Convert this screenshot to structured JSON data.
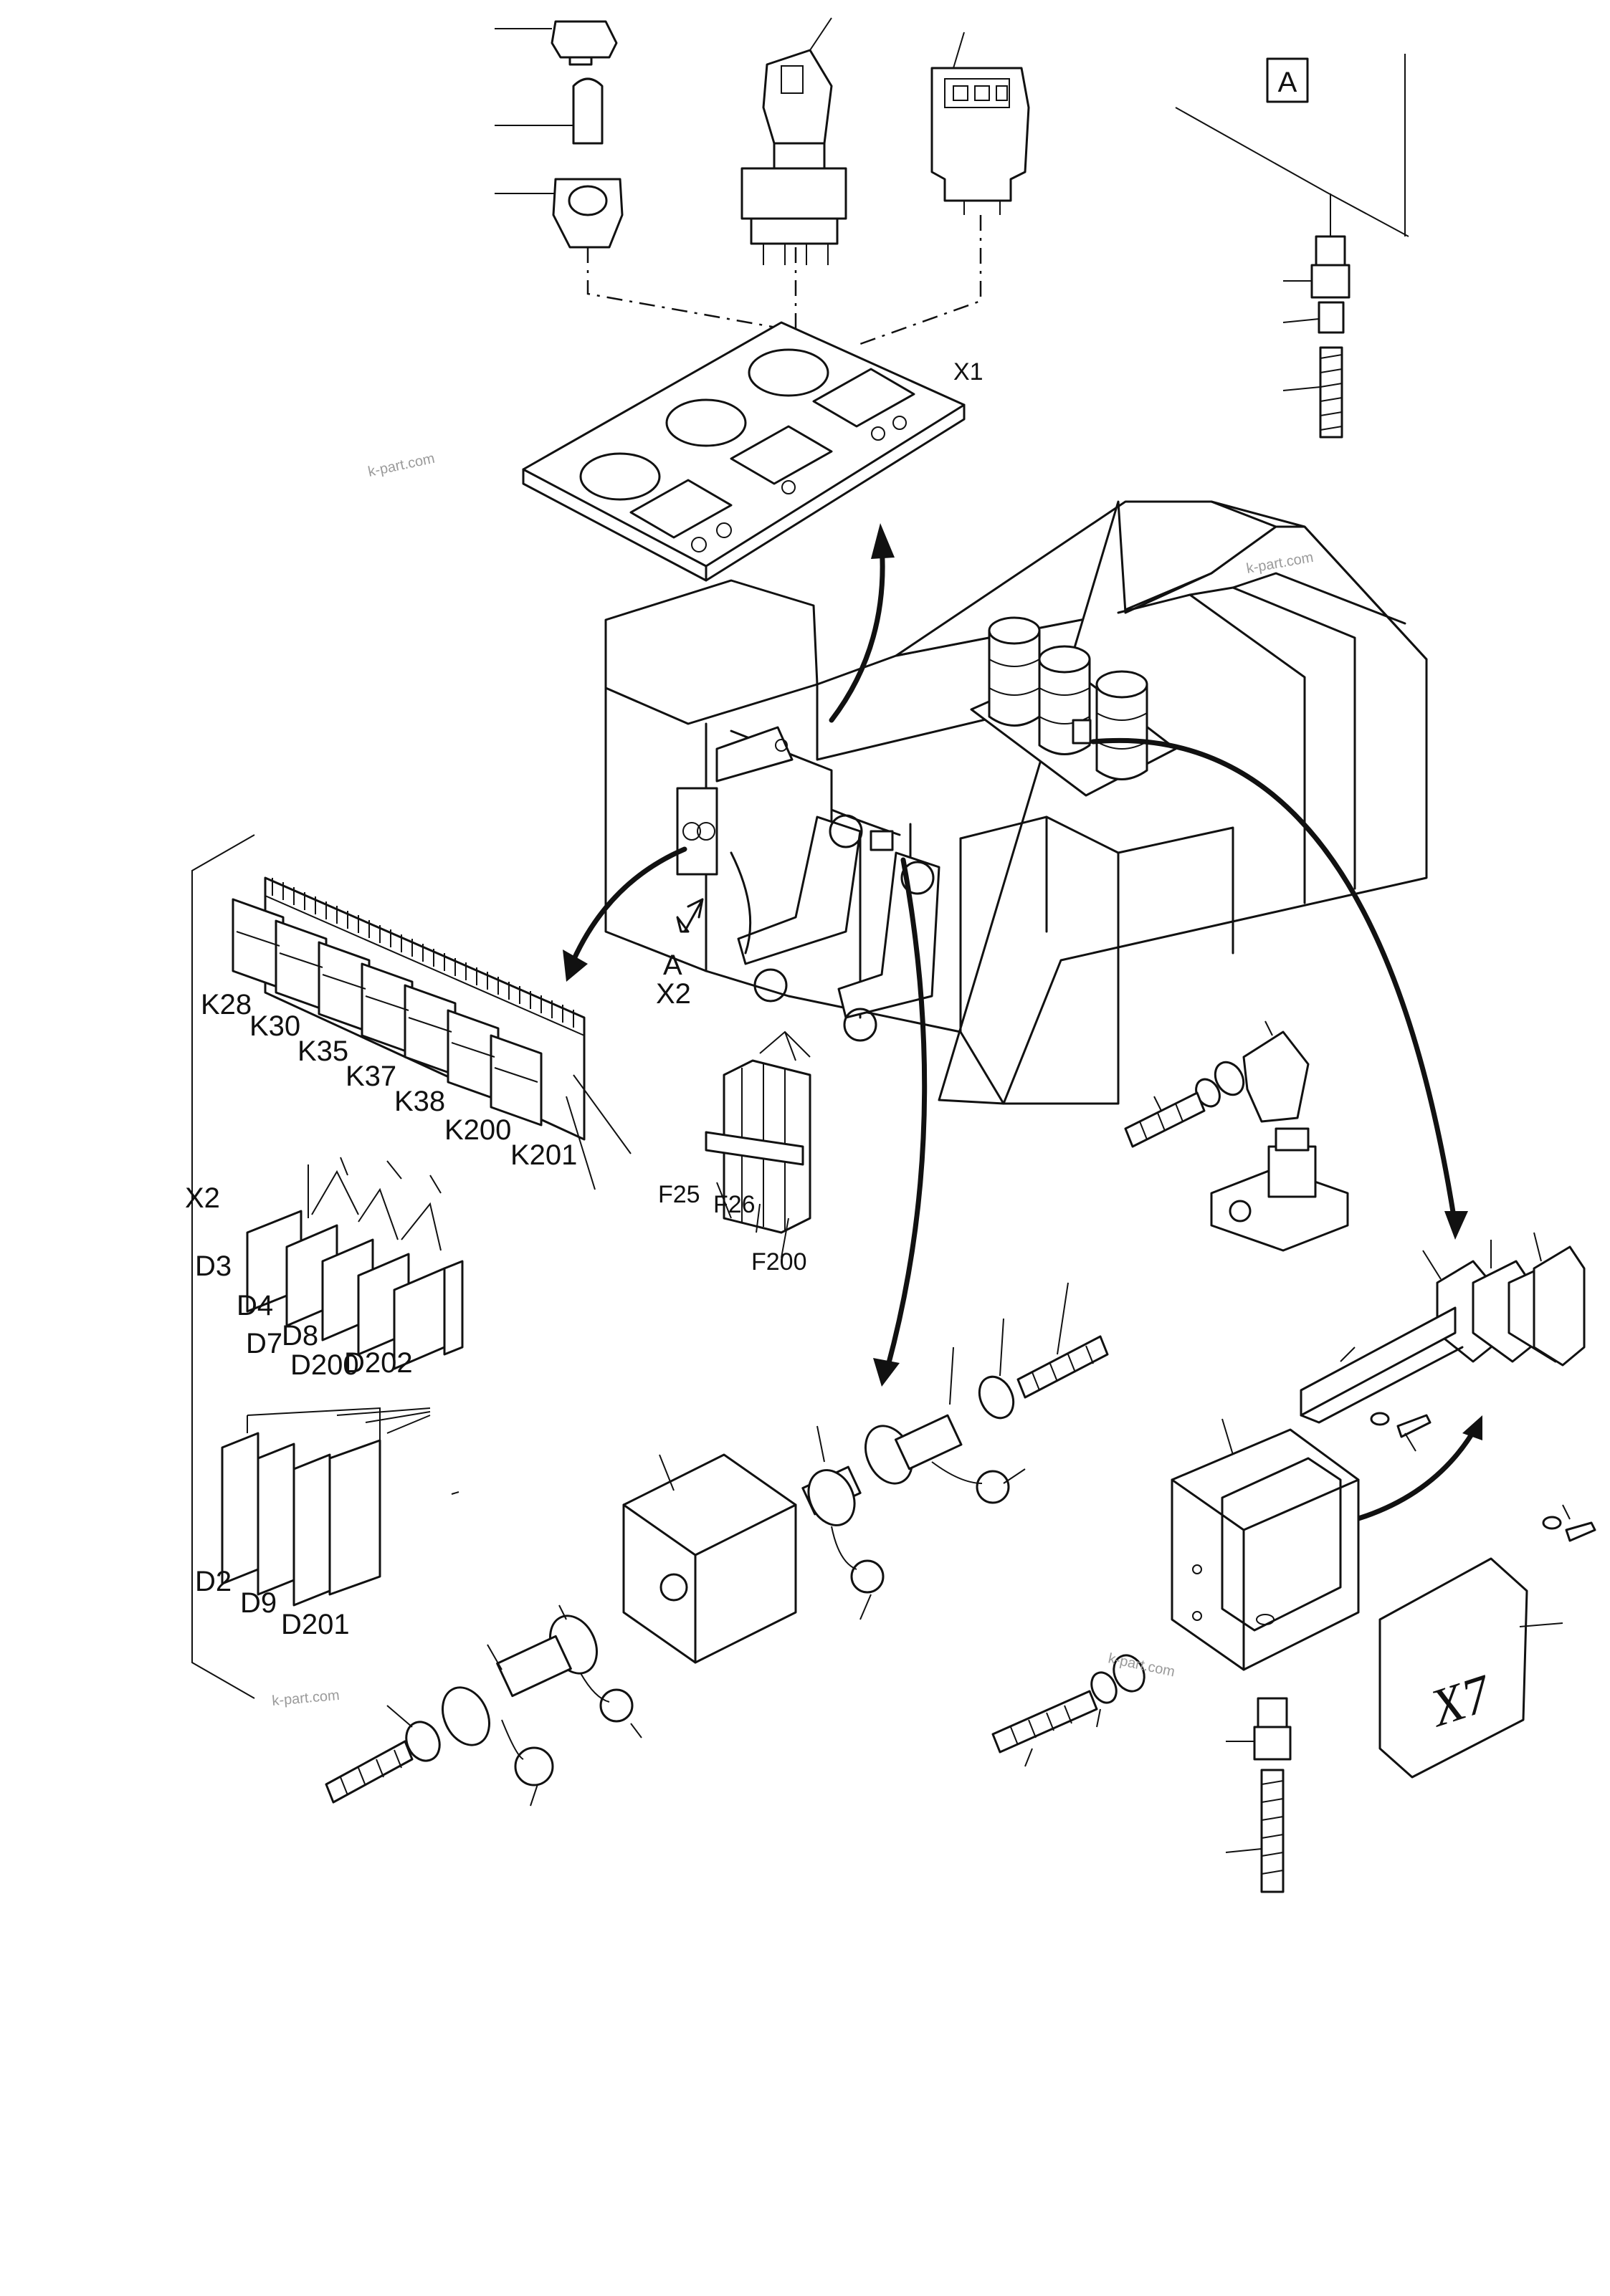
{
  "callouts": {
    "view_a_box": "A",
    "x1": "X1",
    "a_arrow": "A",
    "x2_arrow": "X2",
    "x2_group": "X2",
    "x7_box": "X7"
  },
  "relays": [
    "K28",
    "K30",
    "K35",
    "K37",
    "K38",
    "K200",
    "K201"
  ],
  "fuses": [
    "F25",
    "F26",
    "F200"
  ],
  "diodes_top": [
    "D3",
    "D4",
    "D8",
    "D7",
    "D200",
    "D202"
  ],
  "diodes_bottom": [
    "D2",
    "D9",
    "D201"
  ],
  "watermarks": [
    "k-part.com",
    "k-part.com",
    "k-part.com",
    "k-part.com"
  ]
}
